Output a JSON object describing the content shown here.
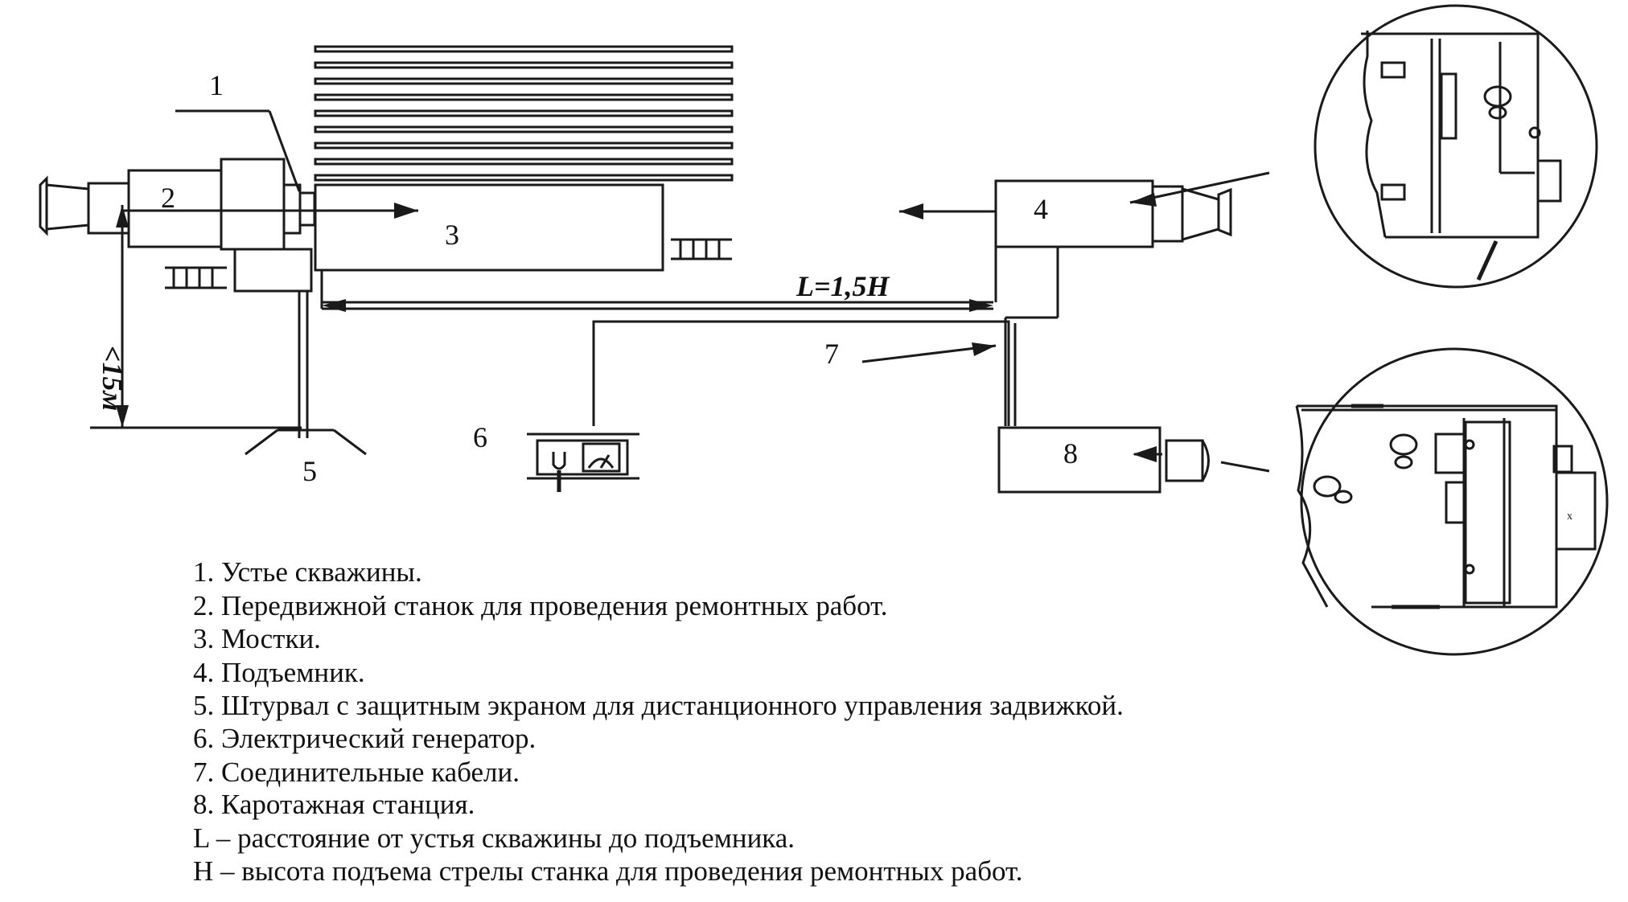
{
  "labels": {
    "n1": "1",
    "n2": "2",
    "n3": "3",
    "n4": "4",
    "n5": "5",
    "n6": "6",
    "n7": "7",
    "n8": "8",
    "distance": "L=1,5H",
    "height": "<15м"
  },
  "legend": [
    "1. Устье скважины.",
    "2. Передвижной станок для проведения ремонтных работ.",
    "3. Мостки.",
    "4. Подъемник.",
    "5. Штурвал с защитным экраном для дистанционного управления задвижкой.",
    "6. Электрический генератор.",
    "7. Соединительные кабели.",
    "8. Каротажная станция.",
    "L – расстояние от устья скважины до подъемника.",
    "H – высота подъема стрелы станка для проведения ремонтных работ."
  ],
  "inset_mark": "x"
}
